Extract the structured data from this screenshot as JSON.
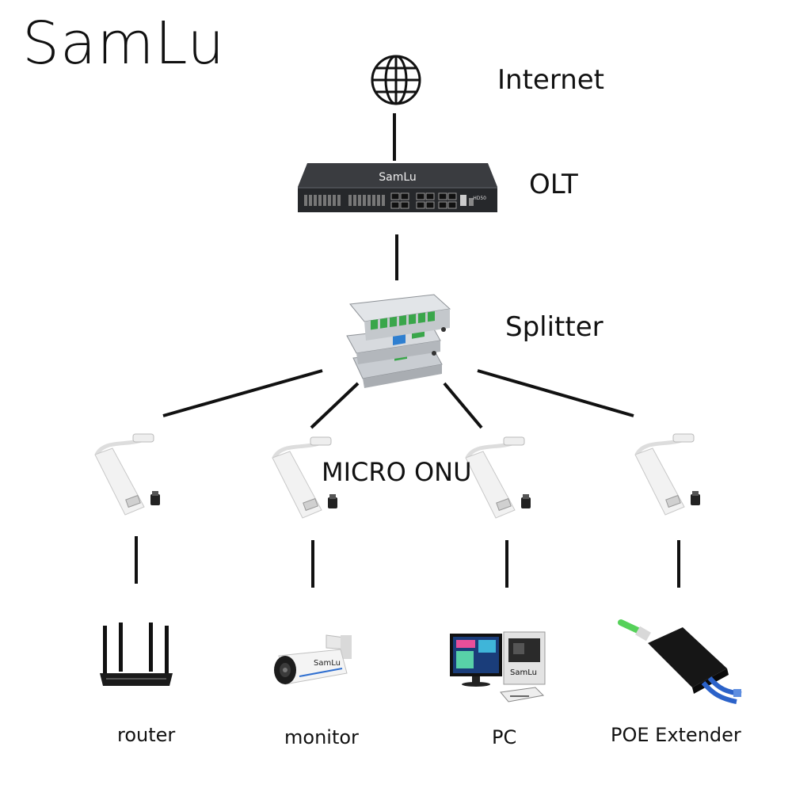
{
  "brand": "SamLu",
  "nodes": {
    "internet": {
      "label": "Internet",
      "icon": "globe-icon"
    },
    "olt": {
      "label": "OLT",
      "device_text": "SamLu",
      "model_text": "HD50"
    },
    "splitter": {
      "label": "Splitter"
    },
    "onu": {
      "label": "MICRO ONU",
      "count": 4
    },
    "endpoints": [
      {
        "label": "router"
      },
      {
        "label": "monitor",
        "device_text": "SamLu"
      },
      {
        "label": "PC",
        "device_text": "SamLu"
      },
      {
        "label": "POE Extender"
      }
    ]
  },
  "colors": {
    "line": "#111111",
    "olt_body": "#2a2c2f",
    "splitter_green": "#3aa64a",
    "splitter_blue": "#2f7fd0",
    "onu_white": "#f2f2f2",
    "cable_blue": "#2b62c9",
    "fiber_green": "#56d15a"
  }
}
